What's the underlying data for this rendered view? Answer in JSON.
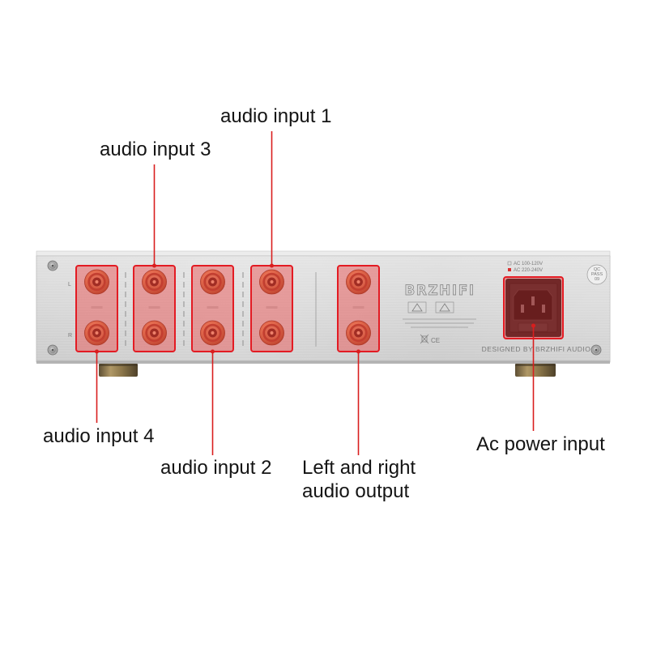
{
  "device": {
    "brand_logo": "BRZHIFI",
    "designed_by": "DESIGNED BY BRZHIFI AUDIO",
    "channel_labels": {
      "left": "L",
      "right": "R"
    },
    "voltage_options": [
      {
        "label": "AC 100-120V",
        "selected": false
      },
      {
        "label": "AC 220-240V",
        "selected": true
      }
    ],
    "qc_sticker": {
      "line1": "QC",
      "line2": "PASS",
      "line3": "09"
    },
    "cert_mark": "CE"
  },
  "callouts": {
    "audio_input_1": [
      "audio input 1"
    ],
    "audio_input_3": [
      "audio input 3"
    ],
    "audio_input_4": [
      "audio input 4"
    ],
    "audio_input_2": [
      "audio input 2"
    ],
    "audio_output": [
      "Left and right",
      "audio output"
    ],
    "ac_power_input": [
      "Ac power input"
    ]
  },
  "colors": {
    "highlight": "#e31b23",
    "leader": "#d91e1e",
    "panel": "#d3d3d3",
    "connector": "#e0905f",
    "label_text": "#141414",
    "background": "#ffffff"
  },
  "icons": [
    "rca-jack-icon",
    "screw-icon",
    "warning-triangle-icon",
    "weee-bin-icon",
    "iec-power-socket-icon"
  ]
}
